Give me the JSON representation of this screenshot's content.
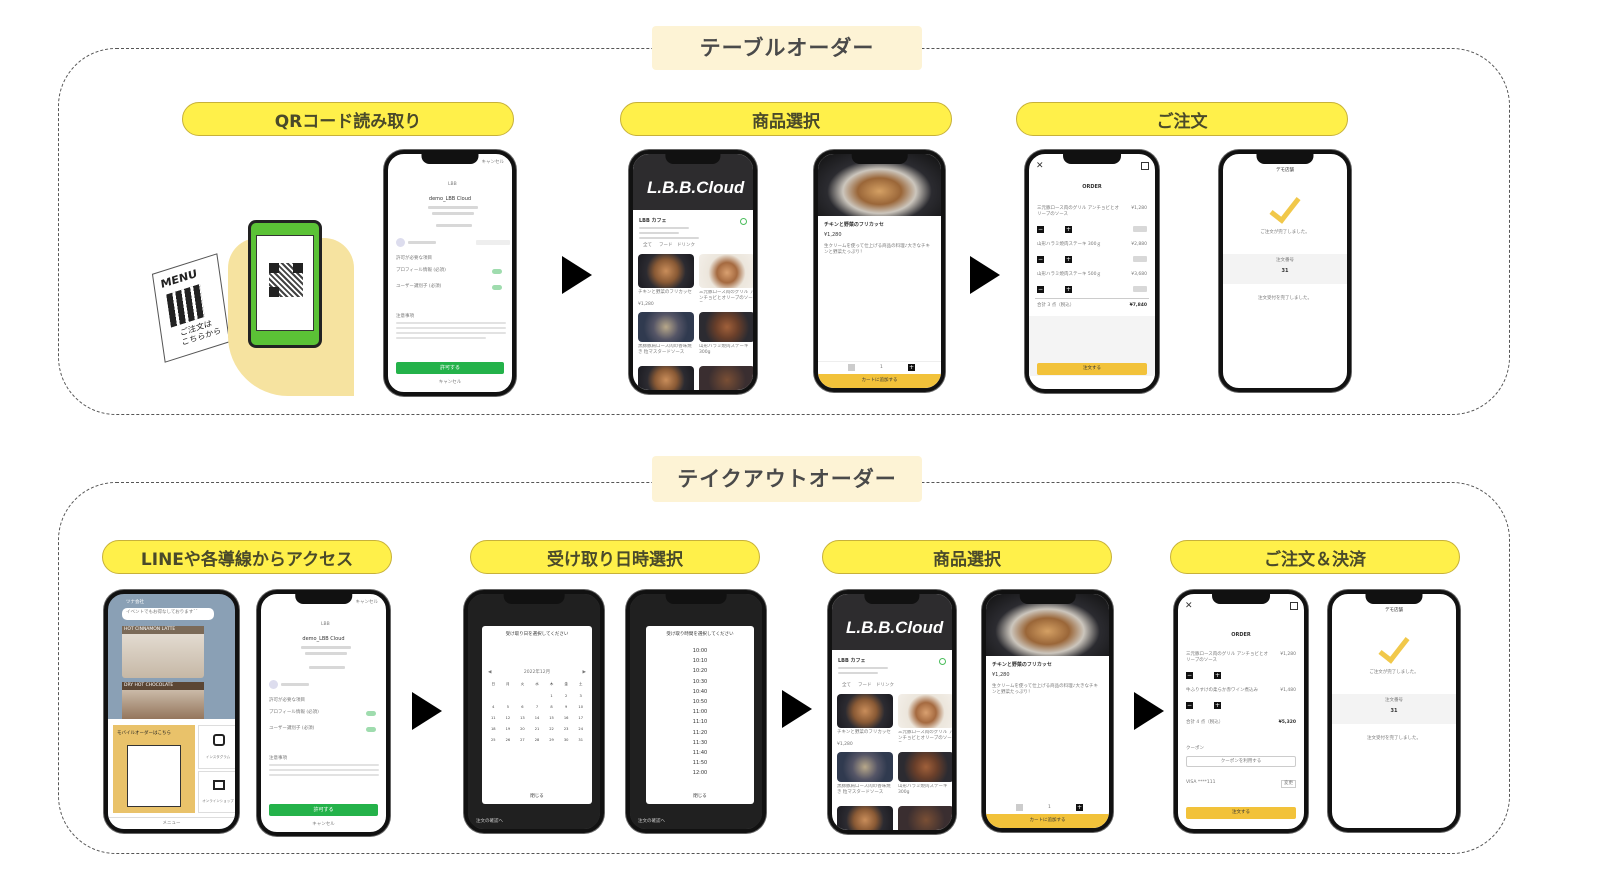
{
  "table_order": {
    "title": "テーブルオーダー",
    "steps": [
      "QRコード読み取り",
      "商品選択",
      "ご注文"
    ]
  },
  "takeout_order": {
    "title": "テイクアウトオーダー",
    "steps": [
      "LINEや各導線からアクセス",
      "受け取り日時選択",
      "商品選択",
      "ご注文＆決済"
    ]
  },
  "menu_stand": {
    "title": "MENU",
    "text": "ご注文は\nこちらから"
  },
  "screens": {
    "line_login": {
      "cancel": "キャンセル",
      "app_name": "demo_LBB Cloud",
      "fields_title": "許可が必要な項目",
      "profile": "プロフィール情報 (必須)",
      "userid": "ユーザー識別子 (必須)",
      "notice_title": "注意事項",
      "allow": "許可する",
      "cancel2": "キャンセル"
    },
    "brand": {
      "logo": "L.B.B.Cloud",
      "shop": "LBB カフェ",
      "tabs": [
        "全て",
        "フード",
        "ドリンク"
      ],
      "item1": "チキンと野菜のフリカッセ",
      "item2": "三元豚ロース肉のグリル アンチョビとオリーブのソース",
      "item3": "黒豚豚肩ロース肉の香味焼き 粒マスタードソース",
      "item4": "山形ハラミ焼肉ステーキ 300g",
      "price": "¥1,280"
    },
    "product": {
      "name": "チキンと野菜のフリカッセ",
      "price": "¥1,280",
      "desc": "生クリームを使って仕上げる商品の料理♪大きなチキンと野菜たっぷり！",
      "qty": "1",
      "add": "カートに追加する"
    },
    "order": {
      "title": "ORDER",
      "item1": "三元豚ロース肉のグリル アンチョビとオリーブのソース",
      "item2": "山形ハラミ焼肉ステーキ 300ｇ",
      "item3": "山形ハラミ焼肉ステーキ 500ｇ",
      "p1": "¥1,280",
      "p2": "¥2,880",
      "p3": "¥3,680",
      "total_label": "合計 3 点（税込）",
      "total": "¥7,840",
      "pay": "注文する"
    },
    "done": {
      "shop": "デモ店舗",
      "message": "ご注文が完了しました。",
      "number_label": "注文番号",
      "number": "31",
      "note": "注文受付を完了しました。"
    },
    "line_chat": {
      "header": "ツナ会社",
      "msg": "イベントでもお得なしておりますˆˆ",
      "card1": "HOT CINNAMON LATTE",
      "card2": "DRY HOT CHOCOLATE",
      "mobile": "モバイルオーダーはこちら",
      "insta": "インスタグラム",
      "shop": "オンラインショップ",
      "menu": "メニュー"
    },
    "date_pick": {
      "title": "受け取り日を選択してください",
      "month": "2022年12月",
      "close": "閉じる",
      "confirm": "注文の確認へ",
      "days": [
        "日",
        "月",
        "火",
        "水",
        "木",
        "金",
        "土"
      ],
      "dates": [
        "",
        "",
        "",
        "",
        "1",
        "2",
        "3",
        "4",
        "5",
        "6",
        "7",
        "8",
        "9",
        "10",
        "11",
        "12",
        "13",
        "14",
        "15",
        "16",
        "17",
        "18",
        "19",
        "20",
        "21",
        "22",
        "23",
        "24",
        "25",
        "26",
        "27",
        "28",
        "29",
        "30",
        "31"
      ]
    },
    "time_pick": {
      "title": "受け取り時間を選択してください",
      "times": [
        "10:00",
        "10:10",
        "10:20",
        "10:30",
        "10:40",
        "10:50",
        "11:00",
        "11:10",
        "11:20",
        "11:30",
        "11:40",
        "11:50",
        "12:00"
      ],
      "close": "閉じる",
      "confirm": "注文の確認へ"
    },
    "order2": {
      "title": "ORDER",
      "item1": "三元豚ロース肉のグリル アンチョビとオリーブのソース",
      "item2": "牛ふりすけの柔らか赤ワイン煮込み",
      "p1": "¥1,280",
      "p2": "¥1,480",
      "total_label": "合計 4 点（税込）",
      "total": "¥5,320",
      "coupon": "クーポン",
      "coupon_btn": "クーポンを利用する",
      "card": "VISA ****111",
      "change": "変更",
      "pay": "注文する"
    }
  },
  "colors": {
    "label_yellow": "#fff04a",
    "title_bg": "#fdf3d5",
    "line_green": "#24b24a",
    "accent": "#f2c23a"
  }
}
